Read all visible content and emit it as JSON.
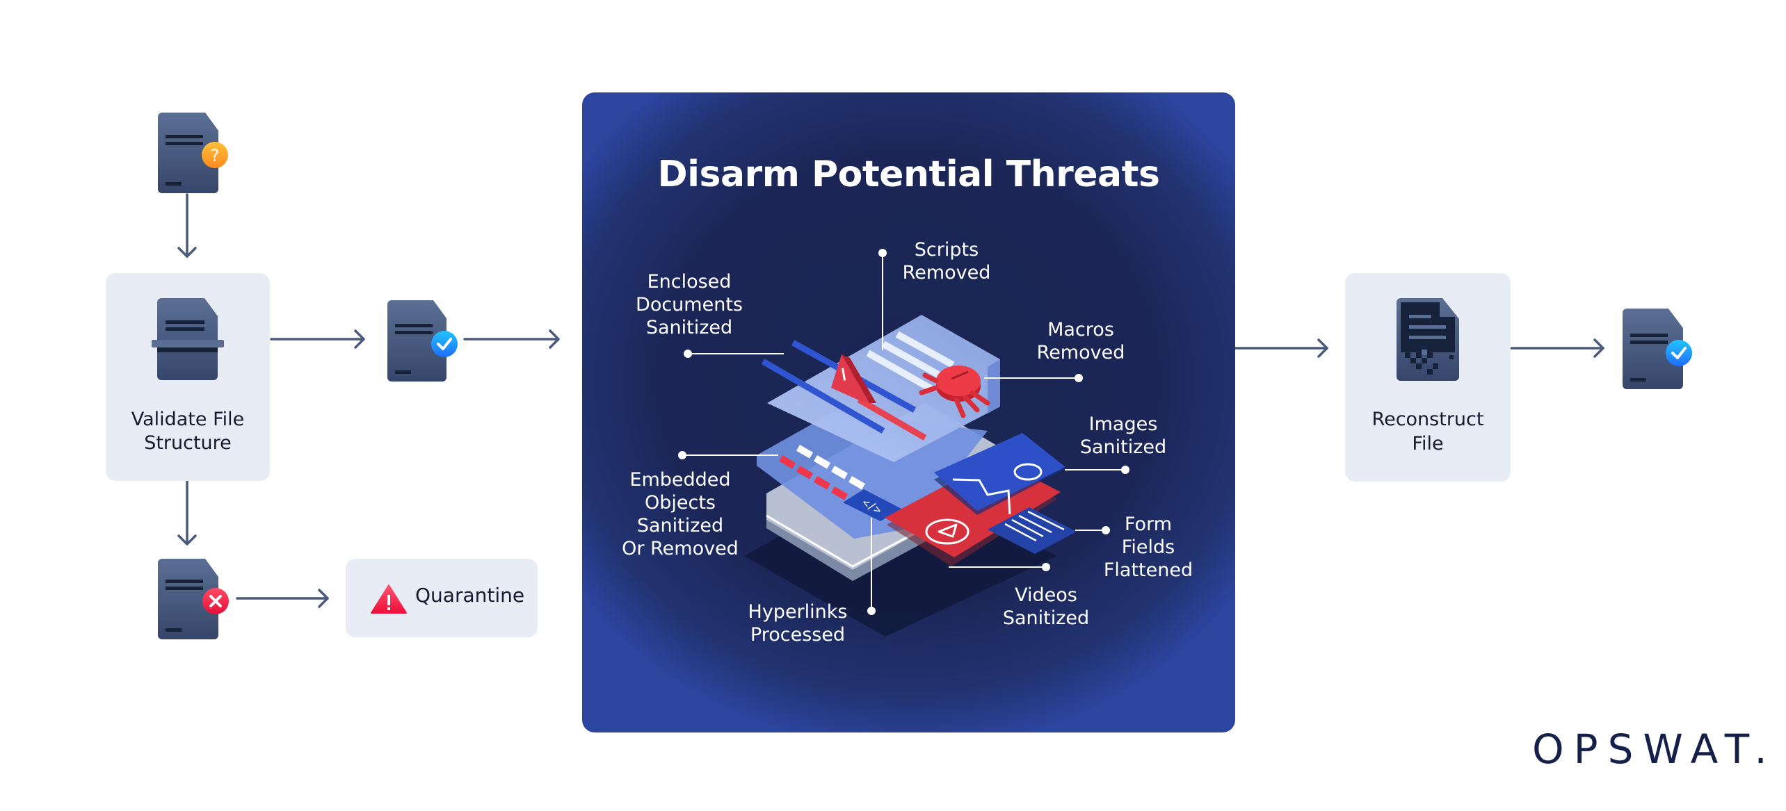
{
  "flow": {
    "validate": {
      "label_line1": "Validate File",
      "label_line2": "Structure"
    },
    "quarantine": {
      "label": "Quarantine"
    },
    "reconstruct": {
      "label_line1": "Reconstruct",
      "label_line2": "File"
    }
  },
  "panel": {
    "title": "Disarm Potential Threats",
    "labels": [
      {
        "id": "enclosed",
        "lines": [
          "Enclosed",
          "Documents",
          "Sanitized"
        ]
      },
      {
        "id": "scripts",
        "lines": [
          "Scripts",
          "Removed"
        ]
      },
      {
        "id": "macros",
        "lines": [
          "Macros",
          "Removed"
        ]
      },
      {
        "id": "images",
        "lines": [
          "Images",
          "Sanitized"
        ]
      },
      {
        "id": "embedded",
        "lines": [
          "Embedded",
          "Objects",
          "Sanitized",
          "Or Removed"
        ]
      },
      {
        "id": "forms",
        "lines": [
          "Form",
          "Fields",
          "Flattened"
        ]
      },
      {
        "id": "hyperlinks",
        "lines": [
          "Hyperlinks",
          "Processed"
        ]
      },
      {
        "id": "videos",
        "lines": [
          "Videos",
          "Sanitized"
        ]
      }
    ]
  },
  "badges": {
    "unknown": "?",
    "clean": "check",
    "blocked": "x"
  },
  "colors": {
    "panel_dark": "#1b2656",
    "panel_edge": "#2c46a0",
    "stage_bg": "#e8ecf5",
    "arrow": "#4a5a7c",
    "doc": "#3f5278",
    "warning": "#f0163c",
    "question_badge": "#ffa726",
    "check_badge": "#1e90ff",
    "logo": "#14204a"
  },
  "brand": {
    "logo_text": "OPSWAT."
  }
}
